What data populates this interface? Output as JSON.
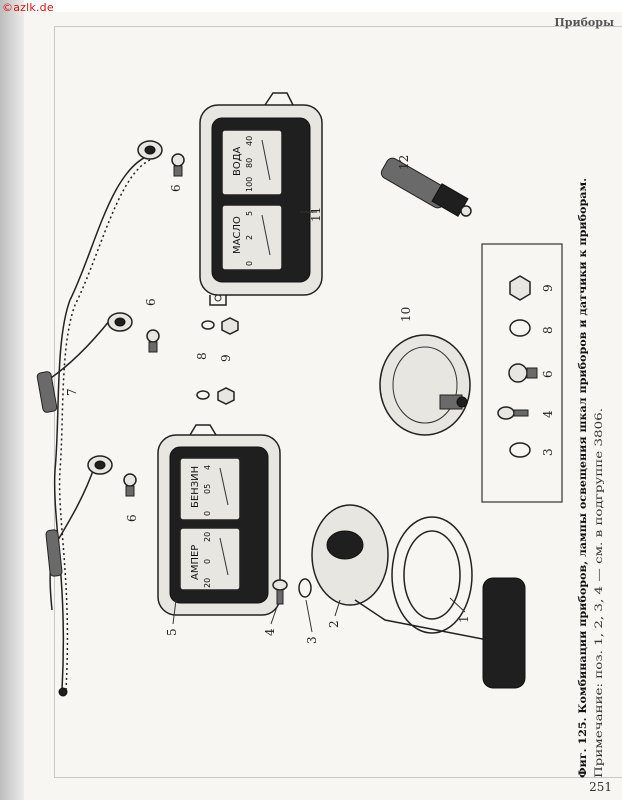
{
  "watermark": "©azlk.de",
  "running_head": "Приборы",
  "page_number": "251",
  "caption": {
    "line1": "Фиг. 125. Комбинации приборов, лампы освещения шкал приборов и датчики к приборам.",
    "line2": "Примечание: поз. 1, 2, 3, 4 — см. в подгруппе 3806."
  },
  "callouts": {
    "n1": "1",
    "n2": "2",
    "n3": "3",
    "n4": "4",
    "n5": "5",
    "n6a": "6",
    "n6b": "6",
    "n6c": "6",
    "n7": "7",
    "n8": "8",
    "n9": "9",
    "n10": "10",
    "n11": "11",
    "n12": "12",
    "inset3": "3",
    "inset4": "4",
    "inset6": "6",
    "inset8": "8",
    "inset9": "9"
  },
  "gauge_faces": {
    "fuel": "БЕНЗИН",
    "fuel_scale": [
      "0",
      "05",
      "4"
    ],
    "ammeter": "АМПЕР",
    "ammeter_scale": [
      "20",
      "0",
      "20"
    ],
    "oil": "МАСЛО",
    "oil_scale": [
      "0",
      "2",
      "5"
    ],
    "temp": "ВОДА",
    "temp_scale": [
      "100",
      "80",
      "40"
    ]
  }
}
